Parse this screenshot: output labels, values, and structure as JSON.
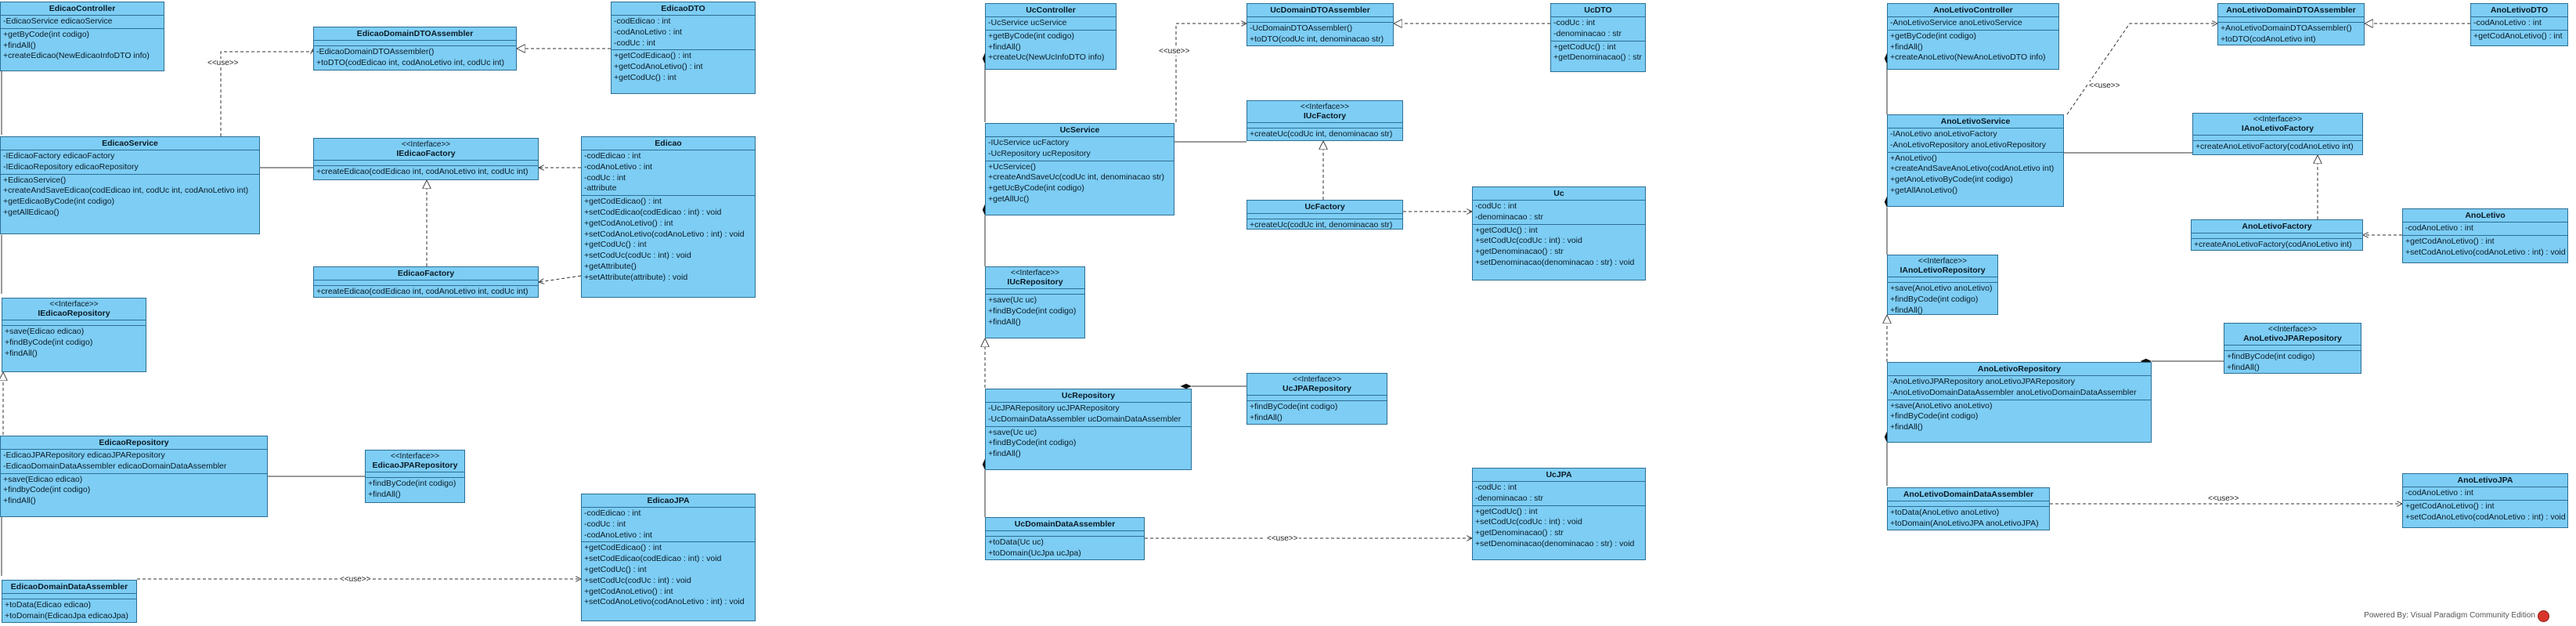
{
  "footer": {
    "text": "Powered By: Visual Paradigm Community Edition"
  },
  "use_label": "<<use>>",
  "classes": {
    "edicaoController": {
      "stereo": "",
      "name": "EdicaoController",
      "attrs": [
        "-EdicaoService edicaoService"
      ],
      "ops": [
        "+getByCode(int codigo)",
        "+findAll()",
        "+createEdicao(NewEdicaoInfoDTO info)"
      ]
    },
    "edicaoDomainDTOAssembler": {
      "stereo": "",
      "name": "EdicaoDomainDTOAssembler",
      "attrs": [],
      "ops": [
        "-EdicaoDomainDTOAssembler()",
        "+toDTO(codEdicao int, codAnoLetivo int, codUc int)"
      ]
    },
    "edicaoDTO": {
      "stereo": "",
      "name": "EdicaoDTO",
      "attrs": [
        "-codEdicao : int",
        "-codAnoLetivo : int",
        "-codUc : int"
      ],
      "ops": [
        "+getCodEdicao() : int",
        "+getCodAnoLetivo() : int",
        "+getCodUc() : int"
      ]
    },
    "edicaoService": {
      "stereo": "",
      "name": "EdicaoService",
      "attrs": [
        "-IEdicaoFactory edicaoFactory",
        "-IEdicaoRepository edicaoRepository"
      ],
      "ops": [
        "+EdicaoService()",
        "+createAndSaveEdicao(codEdicao int, codUc int, codAnoLetivo int)",
        "+getEdicaoByCode(int codigo)",
        "+getAllEdicao()"
      ]
    },
    "iEdicaoFactory": {
      "stereo": "<<Interface>>",
      "name": "IEdicaoFactory",
      "attrs": [],
      "ops": [
        "+createEdicao(codEdicao int, codAnoLetivo int, codUc int)"
      ]
    },
    "edicao": {
      "stereo": "",
      "name": "Edicao",
      "attrs": [
        "-codEdicao : int",
        "-codAnoLetivo : int",
        "-codUc : int",
        "-attribute"
      ],
      "ops": [
        "+getCodEdicao() : int",
        "+setCodEdicao(codEdicao : int) : void",
        "+getCodAnoLetivo() : int",
        "+setCodAnoLetivo(codAnoLetivo : int) : void",
        "+getCodUc() : int",
        "+setCodUc(codUc : int) : void",
        "+getAttribute()",
        "+setAttribute(attribute) : void"
      ]
    },
    "edicaoFactory": {
      "stereo": "",
      "name": "EdicaoFactory",
      "attrs": [],
      "ops": [
        "+createEdicao(codEdicao int, codAnoLetivo int, codUc int)"
      ]
    },
    "iEdicaoRepository": {
      "stereo": "<<Interface>>",
      "name": "IEdicaoRepository",
      "attrs": [],
      "ops": [
        "+save(Edicao edicao)",
        "+findByCode(int codigo)",
        "+findAll()"
      ]
    },
    "edicaoRepository": {
      "stereo": "",
      "name": "EdicaoRepository",
      "attrs": [
        "-EdicaoJPARepository edicaoJPARepository",
        "-EdicaoDomainDataAssembler edicaoDomainDataAssembler"
      ],
      "ops": [
        "+save(Edicao edicao)",
        "+findbyCode(int codigo)",
        "+findAll()"
      ]
    },
    "edicaoJPARepository": {
      "stereo": "<<Interface>>",
      "name": "EdicaoJPARepository",
      "attrs": [],
      "ops": [
        "+findByCode(int codigo)",
        "+findAll()"
      ]
    },
    "edicaoJPA": {
      "stereo": "",
      "name": "EdicaoJPA",
      "attrs": [
        "-codEdicao : int",
        "-codUc : int",
        "-codAnoLetivo : int"
      ],
      "ops": [
        "+getCodEdicao() : int",
        "+setCodEdicao(codEdicao : int) : void",
        "+getCodUc() : int",
        "+setCodUc(codUc : int) : void",
        "+getCodAnoLetivo() : int",
        "+setCodAnoLetivo(codAnoLetivo : int) : void"
      ]
    },
    "edicaoDomainDataAssembler": {
      "stereo": "",
      "name": "EdicaoDomainDataAssembler",
      "attrs": [],
      "ops": [
        "+toData(Edicao edicao)",
        "+toDomain(EdicaoJpa edicaoJpa)"
      ]
    },
    "ucController": {
      "stereo": "",
      "name": "UcController",
      "attrs": [
        "-UcService ucService"
      ],
      "ops": [
        "+getByCode(int codigo)",
        "+findAll()",
        "+createUc(NewUcInfoDTO info)"
      ]
    },
    "ucDomainDTOAssembler": {
      "stereo": "",
      "name": "UcDomainDTOAssembler",
      "attrs": [],
      "ops": [
        "-UcDomainDTOAssembler()",
        "+toDTO(codUc int, denominacao str)"
      ]
    },
    "ucDTO": {
      "stereo": "",
      "name": "UcDTO",
      "attrs": [
        "-codUc : int",
        "-denominacao : str"
      ],
      "ops": [
        "+getCodUc() : int",
        "+getDenominacao() : str"
      ]
    },
    "ucService": {
      "stereo": "",
      "name": "UcService",
      "attrs": [
        "-IUcService ucFactory",
        "-UcRepository ucRepository"
      ],
      "ops": [
        "+UcService()",
        "+createAndSaveUc(codUc int, denominacao str)",
        "+getUcByCode(int codigo)",
        "+getAllUc()"
      ]
    },
    "iUcFactory": {
      "stereo": "<<Interface>>",
      "name": "IUcFactory",
      "attrs": [],
      "ops": [
        "+createUc(codUc int, denominacao str)"
      ]
    },
    "ucFactory": {
      "stereo": "",
      "name": "UcFactory",
      "attrs": [],
      "ops": [
        "+createUc(codUc int, denominacao str)"
      ]
    },
    "uc": {
      "stereo": "",
      "name": "Uc",
      "attrs": [
        "-codUc : int",
        "-denominacao : str"
      ],
      "ops": [
        "+getCodUc() : int",
        "+setCodUc(codUc : int) : void",
        "+getDenominacao() : str",
        "+setDenominacao(denominacao : str) : void"
      ]
    },
    "iUcRepository": {
      "stereo": "<<Interface>>",
      "name": "IUcRepository",
      "attrs": [],
      "ops": [
        "+save(Uc uc)",
        "+findByCode(int codigo)",
        "+findAll()"
      ]
    },
    "ucRepository": {
      "stereo": "",
      "name": "UcRepository",
      "attrs": [
        "-UcJPARepository ucJPARepository",
        "-UcDomainDataAssembler ucDomainDataAssembler"
      ],
      "ops": [
        "+save(Uc uc)",
        "+findByCode(int codigo)",
        "+findAll()"
      ]
    },
    "ucJPARepository": {
      "stereo": "<<Interface>>",
      "name": "UcJPARepository",
      "attrs": [],
      "ops": [
        "+findByCode(int codigo)",
        "+findAll()"
      ]
    },
    "ucDomainDataAssembler": {
      "stereo": "",
      "name": "UcDomainDataAssembler",
      "attrs": [],
      "ops": [
        "+toData(Uc uc)",
        "+toDomain(UcJpa ucJpa)"
      ]
    },
    "ucJPA": {
      "stereo": "",
      "name": "UcJPA",
      "attrs": [
        "-codUc : int",
        "-denominacao : str"
      ],
      "ops": [
        "+getCodUc() : int",
        "+setCodUc(codUc : int) : void",
        "+getDenominacao() : str",
        "+setDenominacao(denominacao : str) : void"
      ]
    },
    "anoLetivoController": {
      "stereo": "",
      "name": "AnoLetivoController",
      "attrs": [
        "-AnoLetivoService anoLetivoService"
      ],
      "ops": [
        "+getByCode(int codigo)",
        "+findAll()",
        "+createAnoLetivo(NewAnoLetivoDTO info)"
      ]
    },
    "anoLetivoDomainDTOAssembler": {
      "stereo": "",
      "name": "AnoLetivoDomainDTOAssembler",
      "attrs": [],
      "ops": [
        "+AnoLetivoDomainDTOAssembler()",
        "+toDTO(codAnoLetivo int)"
      ]
    },
    "anoLetivoDTO": {
      "stereo": "",
      "name": "AnoLetivoDTO",
      "attrs": [
        "-codAnoLetivo : int"
      ],
      "ops": [
        "+getCodAnoLetivo() : int"
      ]
    },
    "anoLetivoService": {
      "stereo": "",
      "name": "AnoLetivoService",
      "attrs": [
        "-IAnoLetivo anoLetivoFactory",
        "-AnoLetivoRepository anoLetivoRepository"
      ],
      "ops": [
        "+AnoLetivo()",
        "+createAndSaveAnoLetivo(codAnoLetivo int)",
        "+getAnoLetivoByCode(int codigo)",
        "+getAllAnoLetivo()"
      ]
    },
    "iAnoLetivoFactory": {
      "stereo": "<<Interface>>",
      "name": "IAnoLetivoFactory",
      "attrs": [],
      "ops": [
        "+createAnoLetivoFactory(codAnoLetivo int)"
      ]
    },
    "anoLetivoFactory": {
      "stereo": "",
      "name": "AnoLetivoFactory",
      "attrs": [],
      "ops": [
        "+createAnoLetivoFactory(codAnoLetivo int)"
      ]
    },
    "anoLetivo": {
      "stereo": "",
      "name": "AnoLetivo",
      "attrs": [
        "-codAnoLetivo : int"
      ],
      "ops": [
        "+getCodAnoLetivo() : int",
        "+setCodAnoLetivo(codAnoLetivo : int) : void"
      ]
    },
    "iAnoLetivoRepository": {
      "stereo": "<<Interface>>",
      "name": "IAnoLetivoRepository",
      "attrs": [],
      "ops": [
        "+save(AnoLetivo anoLetivo)",
        "+findByCode(int codigo)",
        "+findAll()"
      ]
    },
    "anoLetivoJPARepository": {
      "stereo": "<<Interface>>",
      "name": "AnoLetivoJPARepository",
      "attrs": [],
      "ops": [
        "+findByCode(int codigo)",
        "+findAll()"
      ]
    },
    "anoLetivoRepository": {
      "stereo": "",
      "name": "AnoLetivoRepository",
      "attrs": [
        "-AnoLetivoJPARepository anoLetivoJPARepository",
        "-AnoLetivoDomainDataAssembler anoLetivoDomainDataAssembler"
      ],
      "ops": [
        "+save(AnoLetivo anoLetivo)",
        "+findByCode(int codigo)",
        "+findAll()"
      ]
    },
    "anoLetivoDomainDataAssembler": {
      "stereo": "",
      "name": "AnoLetivoDomainDataAssembler",
      "attrs": [],
      "ops": [
        "+toData(AnoLetivo anoLetivo)",
        "+toDomain(AnoLetivoJPA anoLetivoJPA)"
      ]
    },
    "anoLetivoJPA": {
      "stereo": "",
      "name": "AnoLetivoJPA",
      "attrs": [
        "-codAnoLetivo : int"
      ],
      "ops": [
        "+getCodAnoLetivo() : int",
        "+setCodAnoLetivo(codAnoLetivo : int) : void"
      ]
    }
  }
}
